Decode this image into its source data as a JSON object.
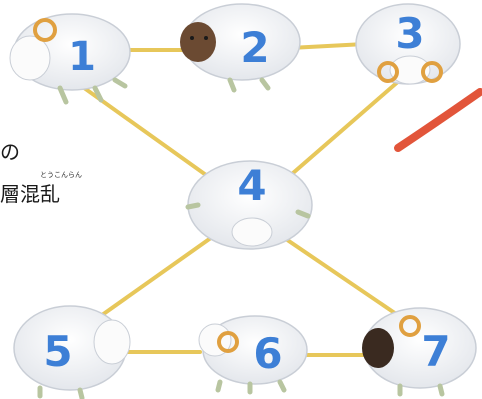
{
  "scene": {
    "sheep": [
      {
        "id": "sheep-1",
        "number": "1",
        "face": "white",
        "horns": true
      },
      {
        "id": "sheep-2",
        "number": "2",
        "face": "brown",
        "horns": false
      },
      {
        "id": "sheep-3",
        "number": "3",
        "face": "white",
        "horns": true
      },
      {
        "id": "sheep-4",
        "number": "4",
        "face": "white",
        "horns": false
      },
      {
        "id": "sheep-5",
        "number": "5",
        "face": "white",
        "horns": false
      },
      {
        "id": "sheep-6",
        "number": "6",
        "face": "white",
        "horns": true
      },
      {
        "id": "sheep-7",
        "number": "7",
        "face": "dark-brown",
        "horns": true
      }
    ],
    "connections": [
      [
        "1",
        "2"
      ],
      [
        "2",
        "3"
      ],
      [
        "1",
        "4"
      ],
      [
        "3",
        "4"
      ],
      [
        "4",
        "5"
      ],
      [
        "4",
        "7"
      ],
      [
        "5",
        "6"
      ],
      [
        "6",
        "7"
      ]
    ]
  },
  "text": {
    "line1": "の",
    "line2": "層混乱",
    "ruby": "とうこんらん"
  },
  "colors": {
    "number": "#3d7fd6",
    "wool": "#f7f7f7",
    "rope": "#e7c75a",
    "horn": "#e0a040",
    "brown_face": "#6b4a32",
    "dark_face": "#3a2a20",
    "stroke_red": "#e2553a"
  }
}
